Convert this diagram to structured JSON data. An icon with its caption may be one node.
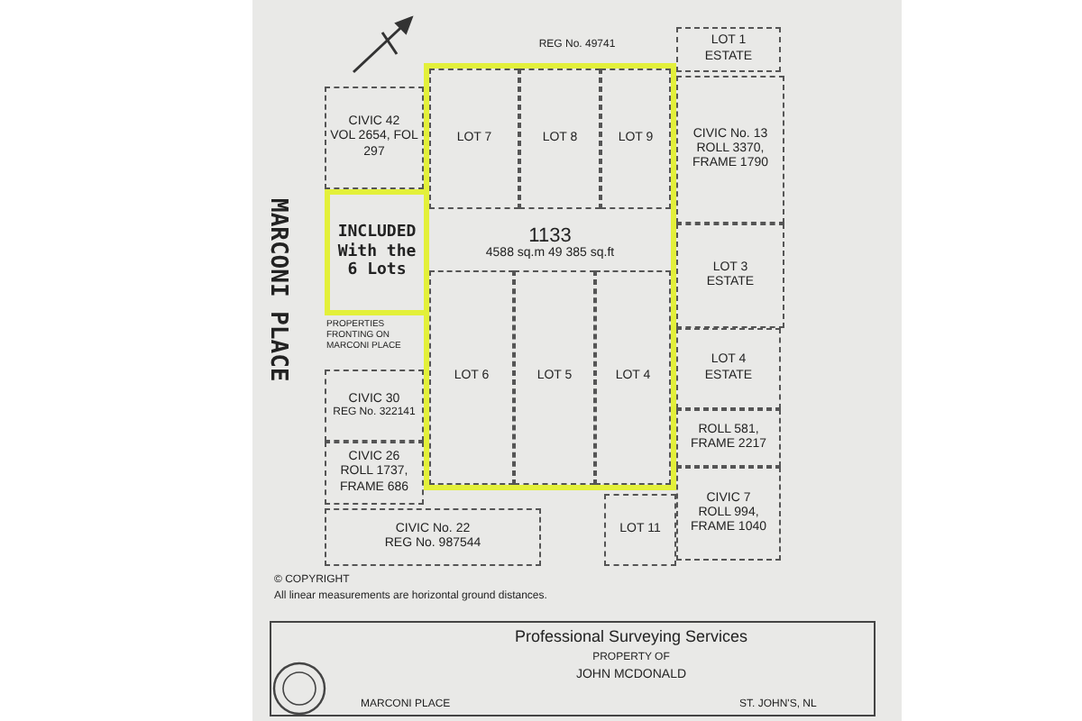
{
  "diagram": {
    "nodes": [
      {
        "text": [
          "1133",
          "4588 sq.m 49 385 sq.ft"
        ]
      },
      {
        "text": [
          "LOT 7"
        ],
        "in": 0
      },
      {
        "text": [
          "LOT 8"
        ],
        "in": 0
      },
      {
        "text": [
          "LOT 9"
        ],
        "in": 0
      },
      {
        "text": [
          "LOT 6"
        ],
        "in": 0
      },
      {
        "text": [
          "LOT 5"
        ],
        "in": 0
      },
      {
        "text": [
          "LOT 4"
        ],
        "in": 0
      },
      {
        "text": [
          "INCLUDED With the 6 Lots"
        ]
      },
      {
        "text": [
          "CIVIC 42",
          "VOL 2654, FOL 297"
        ]
      },
      {
        "text": [
          "CIVIC 30",
          "REG No. 322141"
        ]
      },
      {
        "text": [
          "CIVIC 26",
          "ROLL 1737, FRAME 686"
        ]
      },
      {
        "text": [
          "CIVIC No. 22",
          "REG No. 987544"
        ]
      },
      {
        "text": [
          "LOT 1",
          "ESTATE"
        ]
      },
      {
        "text": [
          "CIVIC No. 13",
          "ROLL 3370, FRAME 1790"
        ]
      },
      {
        "text": [
          "LOT 3",
          "ESTATE"
        ]
      },
      {
        "text": [
          "LOT 4",
          "ESTATE"
        ]
      },
      {
        "text": [
          "ROLL 581, FRAME 2217"
        ]
      },
      {
        "text": [
          "CIVIC 7",
          "ROLL 994, FRAME 1040"
        ]
      },
      {
        "text": [
          "LOT 11"
        ]
      }
    ],
    "edges": [],
    "labels": [
      "REG No. 49741",
      "MARCONI PLACE",
      "PROPERTIES FRONTING ON MARCONI PLACE",
      "© COPYRIGHT",
      "All linear measurements are horizontal ground distances.",
      "Professional Surveying Services",
      "PROPERTY OF",
      "JOHN MCDONALD",
      "MARCONI PLACE",
      "ST. JOHN'S, NL"
    ]
  }
}
